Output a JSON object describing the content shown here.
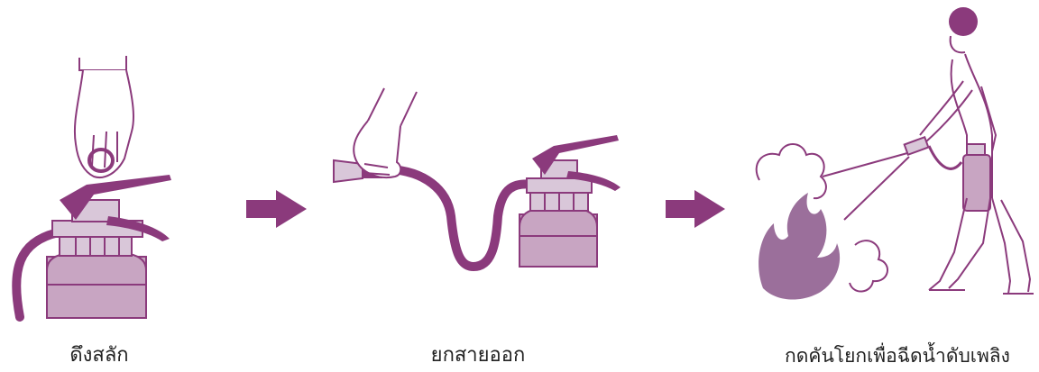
{
  "colors": {
    "brand": "#8b3a7c",
    "metal": "#c9b3c9",
    "cylinder": "#c8a5c2",
    "flame": "#9b6f9b",
    "arrow": "#8b3a7c"
  },
  "steps": [
    {
      "caption": "ดึงสลัก",
      "icon": "pull-pin-icon"
    },
    {
      "caption": "ยกสายออก",
      "icon": "lift-hose-icon"
    },
    {
      "caption": "กดคันโยกเพื่อฉีดน้ำดับเพลิง",
      "icon": "spray-extinguisher-icon"
    }
  ],
  "arrows": [
    {
      "icon": "right-arrow-icon"
    },
    {
      "icon": "right-arrow-icon"
    }
  ]
}
